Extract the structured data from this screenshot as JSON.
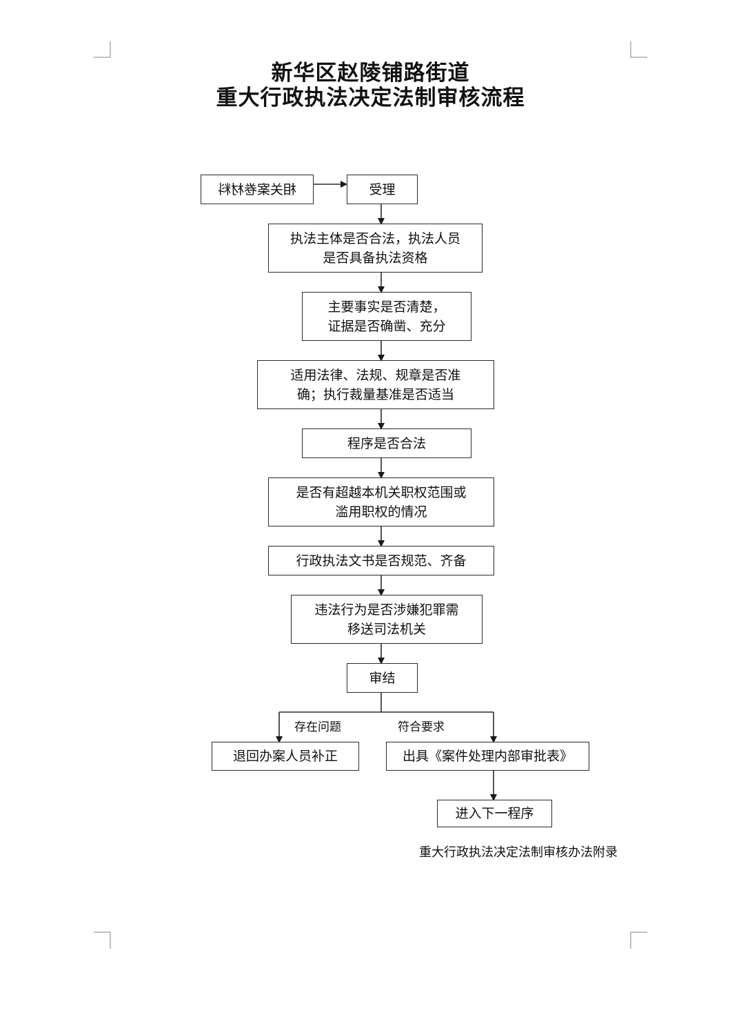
{
  "title": {
    "line1": "新华区赵陵铺路街道",
    "line2": "重大行政执法决定法制审核流程"
  },
  "nodes": {
    "materials": "相关案卷材料",
    "accept": "受理",
    "subject_check": "执法主体是否合法，执法人员\n是否具备执法资格",
    "facts_check": "主要事实是否清楚，\n证据是否确凿、充分",
    "law_check": "适用法律、法规、规章是否准\n确；执行裁量基准是否适当",
    "procedure_check": "程序是否合法",
    "authority_check": "是否有超越本机关职权范围或\n滥用职权的情况",
    "document_check": "行政执法文书是否规范、齐备",
    "crime_check": "违法行为是否涉嫌犯罪需\n移送司法机关",
    "conclude": "审结",
    "return_node": "退回办案人员补正",
    "issue_node": "出具《案件处理内部审批表》",
    "next_node": "进入下一程序"
  },
  "edges": {
    "has_problem": "存在问题",
    "meets_requirement": "符合要求"
  },
  "footer": "重大行政执法决定法制审核办法附录",
  "colors": {
    "line": "#2a2a2a",
    "text": "#111111",
    "background": "#ffffff"
  }
}
